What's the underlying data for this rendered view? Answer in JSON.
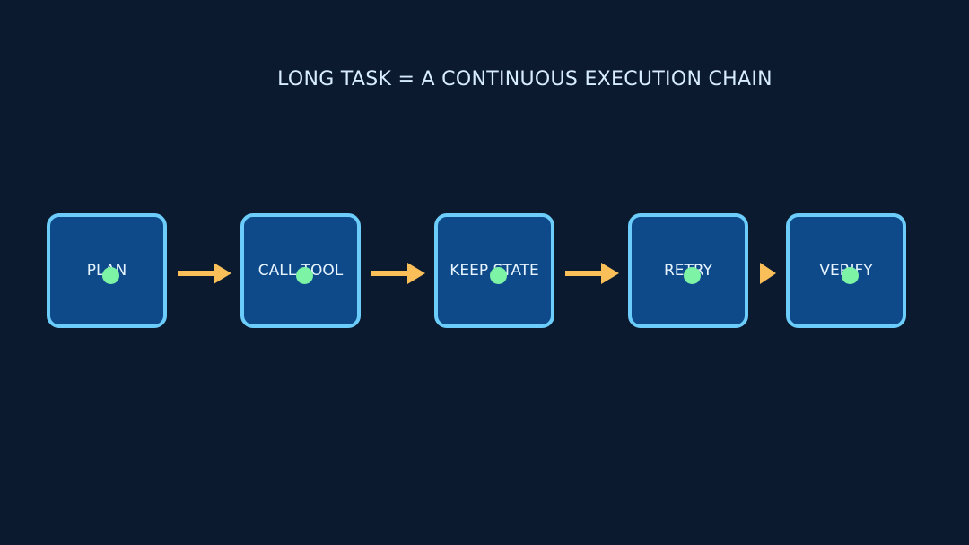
{
  "diagram": {
    "title": "LONG TASK = A CONTINUOUS EXECUTION CHAIN",
    "colors": {
      "background": "#0b1a2e",
      "node_fill": "#0e4a8a",
      "node_border": "#6ccdfb",
      "arrow": "#fbbf5a",
      "dot": "#7df3a6",
      "text": "#e6f4ff"
    },
    "steps": [
      {
        "label": "PLAN"
      },
      {
        "label": "CALL TOOL"
      },
      {
        "label": "KEEP STATE"
      },
      {
        "label": "RETRY"
      },
      {
        "label": "VERIFY"
      }
    ]
  }
}
